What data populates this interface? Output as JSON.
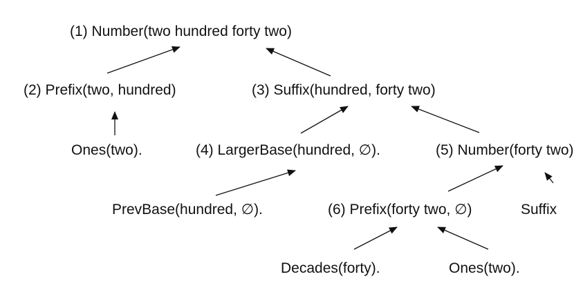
{
  "nodes": {
    "n1": "(1) Number(two hundred forty two)",
    "n2": "(2) Prefix(two, hundred)",
    "n3": "(3) Suffix(hundred, forty two)",
    "ones_two_a": "Ones(two).",
    "n4": "(4) LargerBase(hundred, ∅).",
    "n5": "(5) Number(forty two)",
    "prevbase": "PrevBase(hundred, ∅).",
    "n6": "(6) Prefix(forty two, ∅)",
    "suffix_partial": "Suffix",
    "decades": "Decades(forty).",
    "ones_two_b": "Ones(two)."
  },
  "edges": [
    {
      "from": "n2",
      "to": "n1"
    },
    {
      "from": "n3",
      "to": "n1"
    },
    {
      "from": "ones_two_a",
      "to": "n2"
    },
    {
      "from": "n4",
      "to": "n3"
    },
    {
      "from": "n5",
      "to": "n3"
    },
    {
      "from": "prevbase",
      "to": "n4"
    },
    {
      "from": "n6",
      "to": "n5"
    },
    {
      "from": "suffix_partial",
      "to": "n5"
    },
    {
      "from": "decades",
      "to": "n6"
    },
    {
      "from": "ones_two_b",
      "to": "n6"
    }
  ],
  "colors": {
    "text": "#111111",
    "arrow": "#111111",
    "background": "#ffffff"
  }
}
